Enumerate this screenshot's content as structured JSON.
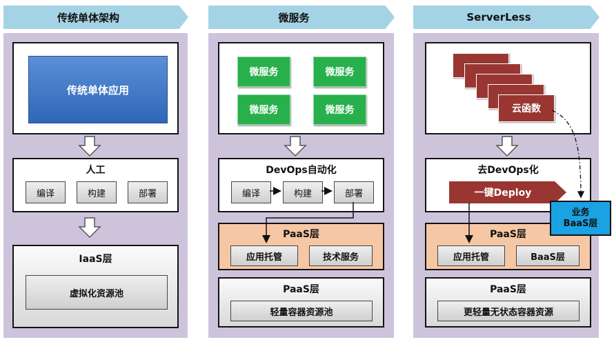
{
  "columns": {
    "monolith": {
      "header": "传统单体架构",
      "app_box": "传统单体应用",
      "manual_panel": {
        "title": "人工",
        "steps": [
          "编译",
          "构建",
          "部署"
        ]
      },
      "iaas_panel": {
        "title": "IaaS层",
        "item": "虚拟化资源池"
      }
    },
    "microservice": {
      "header": "微服务",
      "service_boxes": [
        "微服务",
        "微服务",
        "微服务",
        "微服务"
      ],
      "devops_panel": {
        "title": "DevOps自动化",
        "steps": [
          "编译",
          "构建",
          "部署"
        ]
      },
      "paas_panel": {
        "title": "PaaS层",
        "items": [
          "应用托管",
          "技术服务"
        ]
      },
      "resource_panel": {
        "title": "PaaS层",
        "item": "轻量容器资源池"
      }
    },
    "serverless": {
      "header": "ServerLess",
      "cloud_function": "云函数",
      "devops_panel": {
        "title": "去DevOps化",
        "deploy_label": "一键Deploy"
      },
      "business_baas": [
        "业务",
        "BaaS层"
      ],
      "paas_panel": {
        "title": "PaaS层",
        "items": [
          "应用托管",
          "BaaS层"
        ]
      },
      "resource_panel": {
        "title": "PaaS层",
        "item": "更轻量无状态容器资源"
      }
    }
  },
  "colors": {
    "header_bg": "#a5d3e6",
    "column_bg": "#cdc4dc",
    "microservice_green": "#27b04b",
    "app_blue": "#3a74c4",
    "function_red": "#9a3631",
    "paas_orange": "#f6c7a4",
    "baas_blue": "#1aa2e3"
  }
}
